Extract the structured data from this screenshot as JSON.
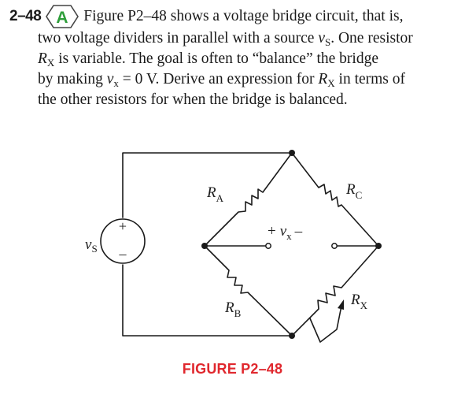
{
  "problem": {
    "number": "2–48",
    "badge_letter": "A",
    "badge_color": "#2e9e3a",
    "lines": [
      [
        "Figure P2–48 shows a voltage bridge circuit, that is,"
      ],
      [
        "two voltage dividers in parallel with a source ",
        {
          "i": "v"
        },
        {
          "sub": "S"
        },
        ". One resistor"
      ],
      [
        {
          "i": "R"
        },
        {
          "sub": "X"
        },
        " is variable. The goal is often to “balance” the bridge"
      ],
      [
        "by making ",
        {
          "i": "v"
        },
        {
          "sub": "x"
        },
        " = 0 V. Derive an expression for ",
        {
          "i": "R"
        },
        {
          "sub": "X"
        },
        " in terms of"
      ],
      [
        "the other resistors for when the bridge is balanced."
      ]
    ]
  },
  "circuit": {
    "labels": {
      "source": [
        "v",
        "S"
      ],
      "source_plus": "+",
      "source_minus": "–",
      "ra": [
        "R",
        "A"
      ],
      "rb": [
        "R",
        "B"
      ],
      "rc": [
        "R",
        "C"
      ],
      "rx": [
        "R",
        "X"
      ],
      "vx_plus": "+",
      "vx": [
        "v",
        "x"
      ],
      "vx_minus": "–"
    },
    "wire_color": "#1a1a1a"
  },
  "caption": "FIGURE P2–48",
  "caption_color": "#e0282e"
}
